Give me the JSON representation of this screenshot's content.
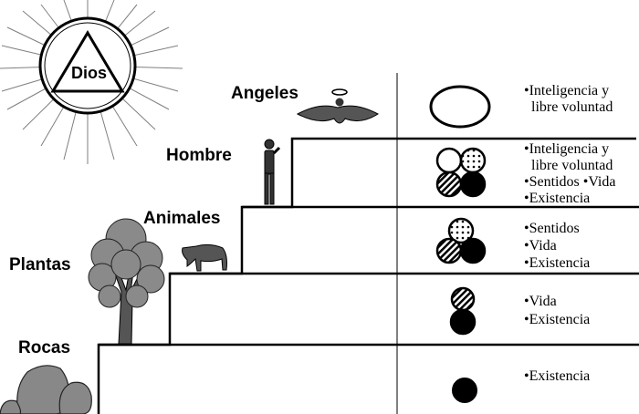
{
  "god": {
    "label": "Dios"
  },
  "levels": [
    {
      "name": "Angeles",
      "attributes": [
        "•Inteligencia y",
        "libre voluntad"
      ]
    },
    {
      "name": "Hombre",
      "attributes": [
        "•Inteligencia y",
        "libre voluntad",
        "•Sentidos •Vida",
        "•Existencia"
      ]
    },
    {
      "name": "Animales",
      "attributes": [
        "•Sentidos",
        "•Vida",
        "•Existencia"
      ]
    },
    {
      "name": "Plantas",
      "attributes": [
        "•Vida",
        "•Existencia"
      ]
    },
    {
      "name": "Rocas",
      "attributes": [
        "•Existencia"
      ]
    }
  ]
}
